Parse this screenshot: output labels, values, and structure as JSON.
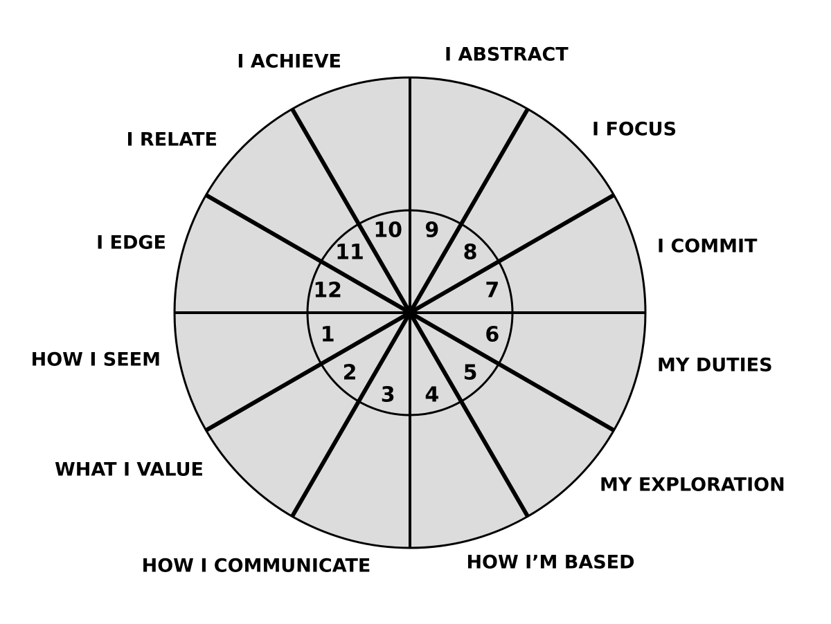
{
  "diagram": {
    "colors": {
      "fill": "#dcdcdc",
      "stroke": "#000000",
      "background": "#ffffff"
    },
    "houses": [
      {
        "number": "1",
        "label": "HOW I SEEM"
      },
      {
        "number": "2",
        "label": "WHAT I VALUE"
      },
      {
        "number": "3",
        "label": "HOW I COMMUNICATE"
      },
      {
        "number": "4",
        "label": "HOW I’M BASED"
      },
      {
        "number": "5",
        "label": "MY EXPLORATION"
      },
      {
        "number": "6",
        "label": "MY DUTIES"
      },
      {
        "number": "7",
        "label": "I COMMIT"
      },
      {
        "number": "8",
        "label": "I FOCUS"
      },
      {
        "number": "9",
        "label": "I ABSTRACT"
      },
      {
        "number": "10",
        "label": "I ACHIEVE"
      },
      {
        "number": "11",
        "label": "I RELATE"
      },
      {
        "number": "12",
        "label": "I EDGE"
      }
    ]
  }
}
